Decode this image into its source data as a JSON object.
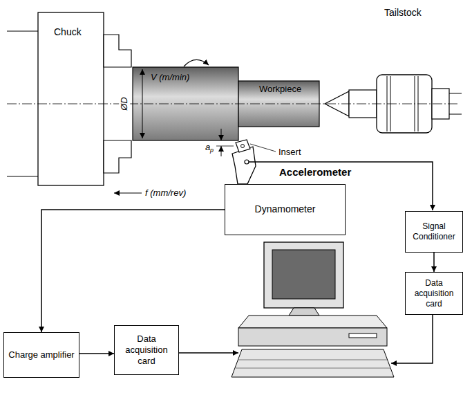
{
  "diagram": {
    "nodes": [
      {
        "text": [
          "Dynamometer"
        ]
      },
      {
        "text": [
          "Signal Conditioner"
        ]
      },
      {
        "text": [
          "Data acquisition card"
        ]
      },
      {
        "text": [
          "Charge amplifier"
        ]
      },
      {
        "text": [
          "Data acquisition card"
        ]
      }
    ],
    "edges": [
      {
        "from": 0,
        "to": 3,
        "arrow": "to"
      },
      {
        "from": 3,
        "to": 4,
        "arrow": "to"
      },
      {
        "from": 1,
        "to": 2,
        "arrow": "to"
      }
    ],
    "labels": [
      "Chuck",
      "Tailstock",
      "V (m/min)",
      "ØD",
      "Workpiece",
      "a",
      "p",
      "Insert",
      "Accelerometer",
      "f (mm/rev)"
    ]
  }
}
